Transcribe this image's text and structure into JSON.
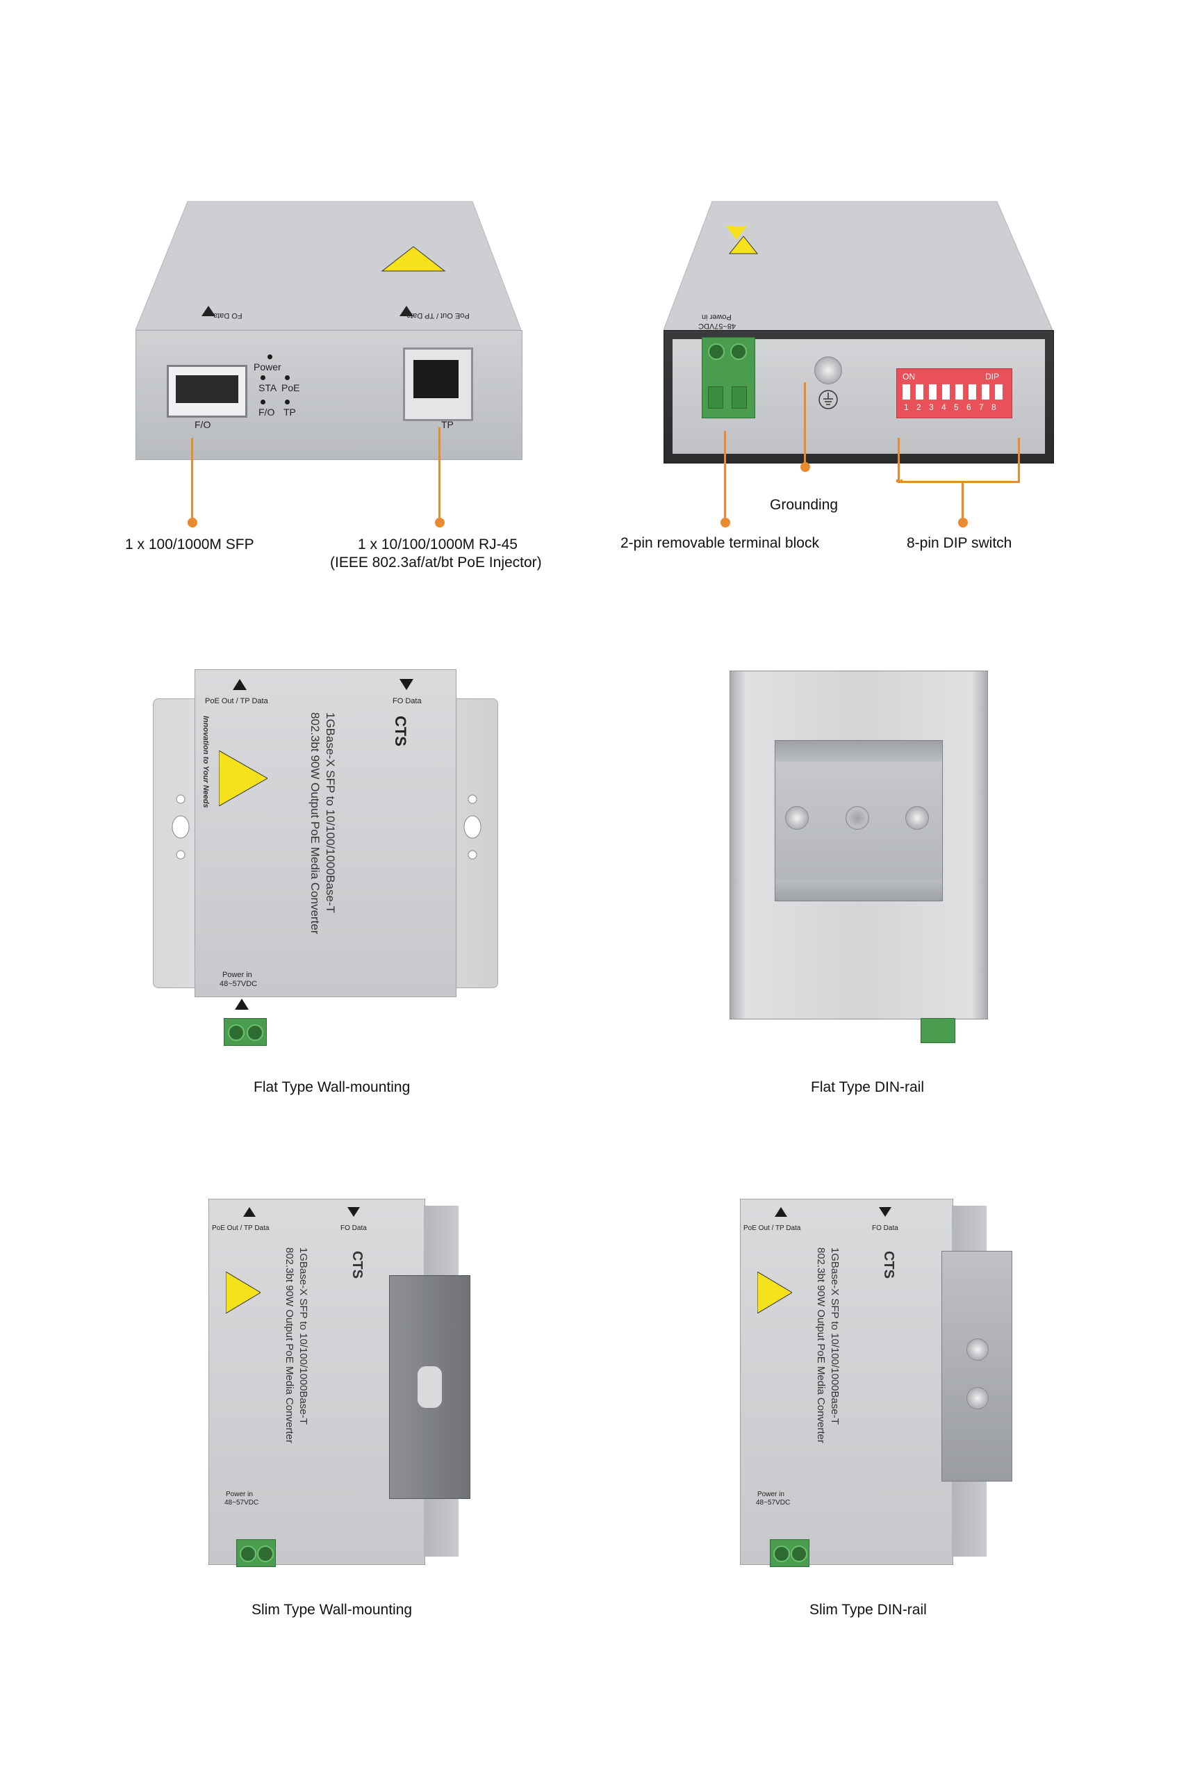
{
  "section_front_rear": {
    "front_device": {
      "led_labels": {
        "power": "Power",
        "sta": "STA",
        "poe": "PoE",
        "fo": "F/O",
        "tp": "TP"
      },
      "port_labels": {
        "sfp": "F/O",
        "rj45": "TP"
      },
      "top_labels": {
        "fo_data": "FO Data",
        "poe_out": "PoE Out / TP Data"
      }
    },
    "rear_device": {
      "dip_labels": {
        "on": "ON",
        "dip": "DIP",
        "numbers": "1 2 3 4 5 6 7 8"
      },
      "power_label": "Power in",
      "power_voltage": "48~57VDC"
    },
    "callouts": {
      "sfp": "1 x 100/1000M SFP",
      "rj45_line1": "1 x 10/100/1000M RJ-45",
      "rj45_line2": "(IEEE 802.3af/at/bt PoE Injector)",
      "grounding": "Grounding",
      "terminal_block": "2-pin removable terminal block",
      "dip_switch": "8-pin DIP switch"
    }
  },
  "device_face": {
    "poe_out_tp_data": "PoE Out / TP Data",
    "fo_data": "FO Data",
    "brand": "CTS",
    "slogan": "Innovation to Your Needs",
    "model_line1": "1GBase-X SFP to 10/100/1000Base-T",
    "model_line2": "802.3bt 90W Output PoE Media Converter",
    "power_in": "Power in",
    "power_voltage": "48~57VDC"
  },
  "captions": {
    "flat_wall": "Flat Type Wall-mounting",
    "flat_din": "Flat Type DIN-rail",
    "slim_wall": "Slim Type Wall-mounting",
    "slim_din": "Slim Type DIN-rail"
  },
  "colors": {
    "callout": "#ea8a2e",
    "dip_switch": "#e8505a",
    "terminal_green": "#4a9d4e",
    "warning_yellow": "#f6e21b",
    "chassis": "#c8cacd"
  },
  "icons": [
    "warning-heat-icon",
    "ground-symbol-icon",
    "cts-logo-icon",
    "arrow-up-icon",
    "arrow-down-icon"
  ]
}
